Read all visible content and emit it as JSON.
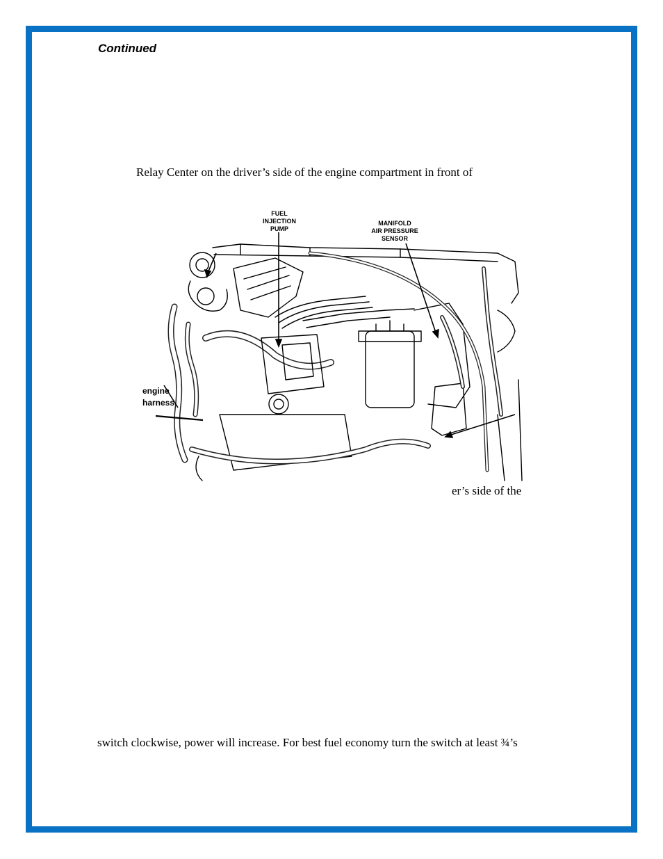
{
  "header": {
    "continued": "Continued"
  },
  "body": {
    "line1": "Relay Center on the driver’s side of the engine compartment in front of",
    "line2": "er’s side of the",
    "line3": "switch clockwise, power will increase.  For best fuel economy turn the switch at least ¾’s"
  },
  "figure": {
    "label_pump_1": "FUEL",
    "label_pump_2": "INJECTION",
    "label_pump_3": "PUMP",
    "label_map_1": "MANIFOLD",
    "label_map_2": "AIR PRESSURE",
    "label_map_3": "SENSOR",
    "label_harness_1": "engine",
    "label_harness_2": "harness"
  },
  "colors": {
    "frame": "#0a72c4"
  }
}
